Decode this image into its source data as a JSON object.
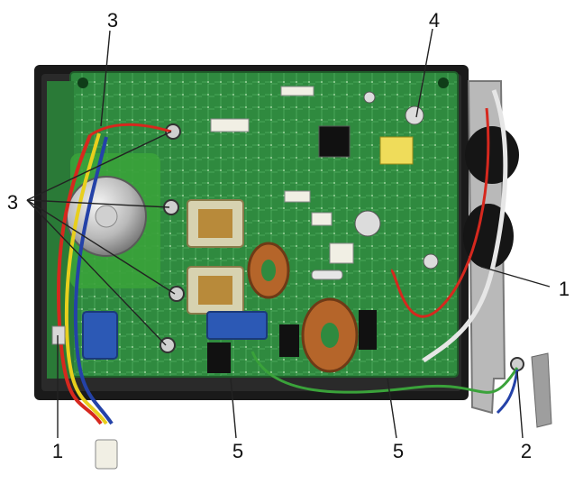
{
  "callouts": [
    {
      "id": "c1a",
      "text": "1"
    },
    {
      "id": "c1b",
      "text": "1"
    },
    {
      "id": "c2",
      "text": "2"
    },
    {
      "id": "c3a",
      "text": "3"
    },
    {
      "id": "c3b",
      "text": "3"
    },
    {
      "id": "c4",
      "text": "4"
    },
    {
      "id": "c5a",
      "text": "5"
    },
    {
      "id": "c5b",
      "text": "5"
    }
  ],
  "colors": {
    "board_green": "#2f8a3f",
    "board_dark": "#1f5e2a",
    "tray_black": "#1a1a1a",
    "bracket_metal": "#b9b9b9",
    "copper": "#b5652a",
    "relay_blue": "#2c59b5",
    "wire_red": "#d6281e",
    "wire_yellow": "#e8cf1d",
    "wire_blue": "#2442a8",
    "wire_green": "#3aa23a",
    "leader_line": "#222222"
  }
}
